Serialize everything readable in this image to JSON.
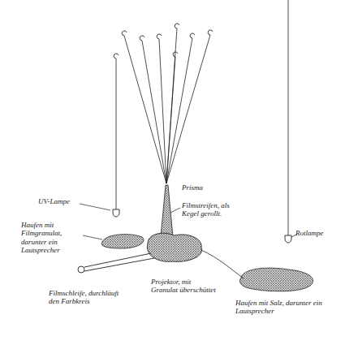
{
  "diagram": {
    "labels": [
      "Prisma",
      "Filmstreifen, als Kegel gerollt.",
      "UV-Lampe",
      "Haufen mit Filmgranulat, darunter ein Lautsprecher",
      "Rotlampe",
      "Filmschleife, durchläuft den Farbkreis",
      "Projektor, mit Granulat überschüttet",
      "Haufen mit Salz, darunter ein Lautsprecher"
    ]
  }
}
